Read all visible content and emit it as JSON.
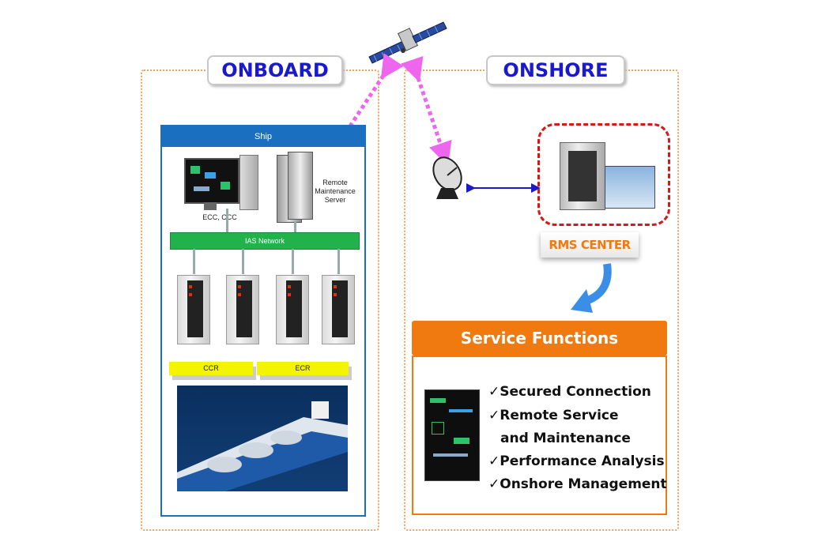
{
  "onboard": {
    "label": "ONBOARD"
  },
  "onshore": {
    "label": "ONSHORE"
  },
  "ship": {
    "header": "Ship",
    "ecc_label": "ECC, CCC",
    "remote_server_line1": "Remote",
    "remote_server_line2": "Maintenance",
    "remote_server_line3": "Server",
    "network_label": "IAS Network",
    "ccr_label": "CCR",
    "ecr_label": "ECR"
  },
  "rms": {
    "label": "RMS CENTER"
  },
  "service": {
    "title": "Service Functions",
    "items": [
      "✓Secured Connection",
      "✓Remote Service",
      "and Maintenance",
      "✓Performance Analysis",
      "✓Onshore Management"
    ]
  },
  "colors": {
    "section_label": "#1a1acc",
    "ship_frame": "#1a6fc0",
    "network": "#22b24c",
    "room_bar": "#f4f400",
    "accent_orange": "#f07a10",
    "rms_border": "#d81818",
    "satellite_link": "#ee66ee",
    "dish_link": "#1a1acc",
    "flow_arrow": "#3a8ee8"
  }
}
